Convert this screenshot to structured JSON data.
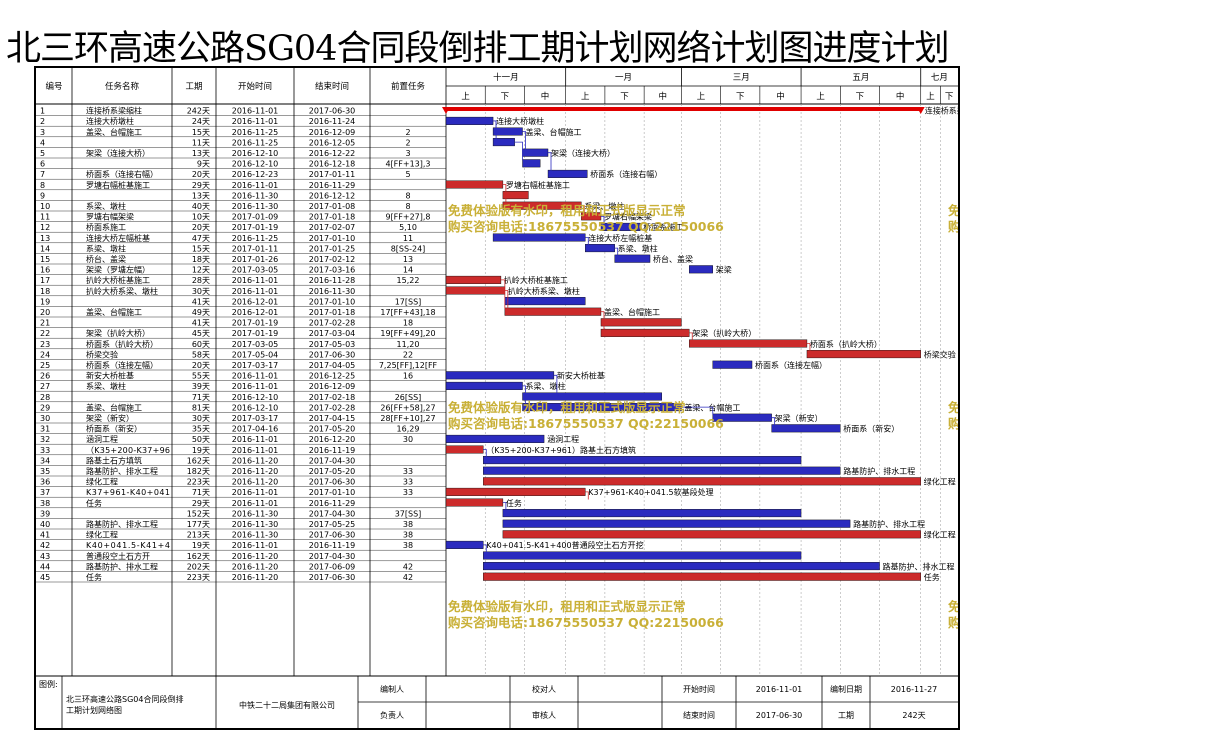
{
  "title": "北三环高速公路SG04合同段倒排工期计划网络计划图进度计划",
  "headers": {
    "id": "编号",
    "name": "任务名称",
    "dur": "工期",
    "start": "开始时间",
    "end": "结束时间",
    "pred": "前置任务"
  },
  "timescale": {
    "months": [
      "十一月",
      "一月",
      "三月",
      "五月",
      "七月"
    ],
    "halves": [
      "上",
      "下",
      "中",
      "上",
      "下",
      "中",
      "上",
      "下",
      "中",
      "上",
      "下",
      "中",
      "上",
      "下"
    ]
  },
  "watermark": {
    "line1": "免费体验版有水印，租用和正式版显示正常",
    "line2": "购买咨询电话:18675550537 QQ:22150066"
  },
  "legend_label": "图例:",
  "footer": {
    "project": "北三环高速公路SG04合同段倒排工期计划网络图",
    "company": "中铁二十二局集团有限公司",
    "drawer_label": "编制人",
    "checker_label": "校对人",
    "owner_label": "负责人",
    "reviewer_label": "审核人",
    "start_label": "开始时间",
    "start_value": "2016-11-01",
    "end_label": "结束时间",
    "end_value": "2017-06-30",
    "date_label": "编制日期",
    "date_value": "2016-11-27",
    "period_label": "工期",
    "period_value": "242天"
  },
  "colors": {
    "critical": "#cc2b2b",
    "normal": "#2b2bbf",
    "summary": "#e00000"
  },
  "chart_data": {
    "type": "gantt",
    "x_axis": {
      "type": "date",
      "range": [
        "2016-11-01",
        "2017-07-20"
      ]
    },
    "tasks": [
      {
        "id": "1",
        "name": "连接桥系梁缩柱",
        "dur": "242天",
        "start": "2016-11-01",
        "end": "2017-06-30",
        "pred": "",
        "kind": "summary",
        "label": "连接桥系梁缩柱"
      },
      {
        "id": "2",
        "name": "连接大桥墩柱",
        "dur": "24天",
        "start": "2016-11-01",
        "end": "2016-11-24",
        "pred": "",
        "kind": "normal",
        "label": "连接大桥墩柱"
      },
      {
        "id": "3",
        "name": "盖梁、台帽施工",
        "dur": "15天",
        "start": "2016-11-25",
        "end": "2016-12-09",
        "pred": "2",
        "kind": "normal",
        "label": "盖梁、台帽施工"
      },
      {
        "id": "4",
        "name": "",
        "dur": "11天",
        "start": "2016-11-25",
        "end": "2016-12-05",
        "pred": "2",
        "kind": "normal",
        "label": ""
      },
      {
        "id": "5",
        "name": "架梁（连接大桥）",
        "dur": "13天",
        "start": "2016-12-10",
        "end": "2016-12-22",
        "pred": "3",
        "kind": "normal",
        "label": "架梁（连接大桥）"
      },
      {
        "id": "6",
        "name": "",
        "dur": "9天",
        "start": "2016-12-10",
        "end": "2016-12-18",
        "pred": "4[FF+13],3",
        "kind": "normal",
        "label": ""
      },
      {
        "id": "7",
        "name": "桥面系（连接右幅）",
        "dur": "20天",
        "start": "2016-12-23",
        "end": "2017-01-11",
        "pred": "5",
        "kind": "normal",
        "label": "桥面系（连接右幅）"
      },
      {
        "id": "8",
        "name": "罗塘右幅桩基施工",
        "dur": "29天",
        "start": "2016-11-01",
        "end": "2016-11-29",
        "pred": "",
        "kind": "critical",
        "label": "罗塘右幅桩基施工"
      },
      {
        "id": "9",
        "name": "",
        "dur": "13天",
        "start": "2016-11-30",
        "end": "2016-12-12",
        "pred": "8",
        "kind": "critical",
        "label": ""
      },
      {
        "id": "10",
        "name": "系梁、墩柱",
        "dur": "40天",
        "start": "2016-11-30",
        "end": "2017-01-08",
        "pred": "8",
        "kind": "critical",
        "label": "系梁、墩柱"
      },
      {
        "id": "11",
        "name": "罗塘右幅架梁",
        "dur": "10天",
        "start": "2017-01-09",
        "end": "2017-01-18",
        "pred": "9[FF+27],8",
        "kind": "critical",
        "label": "罗塘右幅架梁"
      },
      {
        "id": "12",
        "name": "桥面系施工",
        "dur": "20天",
        "start": "2017-01-19",
        "end": "2017-02-07",
        "pred": "5,10",
        "kind": "normal",
        "label": "桥面系施工"
      },
      {
        "id": "13",
        "name": "连接大桥左幅桩基",
        "dur": "47天",
        "start": "2016-11-25",
        "end": "2017-01-10",
        "pred": "11",
        "kind": "normal",
        "label": "连接大桥左幅桩基"
      },
      {
        "id": "14",
        "name": "系梁、墩柱",
        "dur": "15天",
        "start": "2017-01-11",
        "end": "2017-01-25",
        "pred": "8[SS-24]",
        "kind": "normal",
        "label": "系梁、墩柱"
      },
      {
        "id": "15",
        "name": "桥台、盖梁",
        "dur": "18天",
        "start": "2017-01-26",
        "end": "2017-02-12",
        "pred": "13",
        "kind": "normal",
        "label": "桥台、盖梁"
      },
      {
        "id": "16",
        "name": "架梁（罗塘左幅）",
        "dur": "12天",
        "start": "2017-03-05",
        "end": "2017-03-16",
        "pred": "14",
        "kind": "normal",
        "label": "架梁"
      },
      {
        "id": "17",
        "name": "扒岭大桥桩基施工",
        "dur": "28天",
        "start": "2016-11-01",
        "end": "2016-11-28",
        "pred": "15,22",
        "kind": "critical",
        "label": "扒岭大桥桩基施工"
      },
      {
        "id": "18",
        "name": "扒岭大桥系梁、墩柱",
        "dur": "30天",
        "start": "2016-11-01",
        "end": "2016-11-30",
        "pred": "",
        "kind": "critical",
        "label": "扒岭大桥系梁、墩柱"
      },
      {
        "id": "19",
        "name": "",
        "dur": "41天",
        "start": "2016-12-01",
        "end": "2017-01-10",
        "pred": "17[SS]",
        "kind": "normal",
        "label": ""
      },
      {
        "id": "20",
        "name": "盖梁、台帽施工",
        "dur": "49天",
        "start": "2016-12-01",
        "end": "2017-01-18",
        "pred": "17[FF+43],18",
        "kind": "critical",
        "label": "盖梁、台帽施工"
      },
      {
        "id": "21",
        "name": "",
        "dur": "41天",
        "start": "2017-01-19",
        "end": "2017-02-28",
        "pred": "18",
        "kind": "critical",
        "label": ""
      },
      {
        "id": "22",
        "name": "架梁（扒岭大桥）",
        "dur": "45天",
        "start": "2017-01-19",
        "end": "2017-03-04",
        "pred": "19[FF+49],20",
        "kind": "critical",
        "label": "架梁（扒岭大桥）"
      },
      {
        "id": "23",
        "name": "桥面系（扒岭大桥）",
        "dur": "60天",
        "start": "2017-03-05",
        "end": "2017-05-03",
        "pred": "11,20",
        "kind": "critical",
        "label": "桥面系（扒岭大桥）"
      },
      {
        "id": "24",
        "name": "桥梁交验",
        "dur": "58天",
        "start": "2017-05-04",
        "end": "2017-06-30",
        "pred": "22",
        "kind": "critical",
        "label": "桥梁交验"
      },
      {
        "id": "25",
        "name": "桥面系（连接左幅）",
        "dur": "20天",
        "start": "2017-03-17",
        "end": "2017-04-05",
        "pred": "7,25[FF],12[FF",
        "kind": "normal",
        "label": "桥面系（连接左幅）"
      },
      {
        "id": "26",
        "name": "新安大桥桩基",
        "dur": "55天",
        "start": "2016-11-01",
        "end": "2016-12-25",
        "pred": "16",
        "kind": "normal",
        "label": "新安大桥桩基"
      },
      {
        "id": "27",
        "name": "系梁、墩柱",
        "dur": "39天",
        "start": "2016-11-01",
        "end": "2016-12-09",
        "pred": "",
        "kind": "normal",
        "label": "系梁、墩柱"
      },
      {
        "id": "28",
        "name": "",
        "dur": "71天",
        "start": "2016-12-10",
        "end": "2017-02-18",
        "pred": "26[SS]",
        "kind": "normal",
        "label": ""
      },
      {
        "id": "29",
        "name": "盖梁、台帽施工",
        "dur": "81天",
        "start": "2016-12-10",
        "end": "2017-02-28",
        "pred": "26[FF+58],27",
        "kind": "normal",
        "label": "盖梁、台帽施工"
      },
      {
        "id": "30",
        "name": "架梁（新安）",
        "dur": "30天",
        "start": "2017-03-17",
        "end": "2017-04-15",
        "pred": "28[FF+10],27",
        "kind": "normal",
        "label": "架梁（新安）"
      },
      {
        "id": "31",
        "name": "桥面系（新安）",
        "dur": "35天",
        "start": "2017-04-16",
        "end": "2017-05-20",
        "pred": "16,29",
        "kind": "normal",
        "label": "桥面系（新安）"
      },
      {
        "id": "32",
        "name": "涵洞工程",
        "dur": "50天",
        "start": "2016-11-01",
        "end": "2016-12-20",
        "pred": "30",
        "kind": "normal",
        "label": "涵洞工程"
      },
      {
        "id": "33",
        "name": "（K35+200-K37+96",
        "dur": "19天",
        "start": "2016-11-01",
        "end": "2016-11-19",
        "pred": "",
        "kind": "critical",
        "label": "（K35+200-K37+961）路基土石方填筑"
      },
      {
        "id": "34",
        "name": "路基土石方填筑",
        "dur": "162天",
        "start": "2016-11-20",
        "end": "2017-04-30",
        "pred": "",
        "kind": "normal",
        "label": ""
      },
      {
        "id": "35",
        "name": "路基防护、排水工程",
        "dur": "182天",
        "start": "2016-11-20",
        "end": "2017-05-20",
        "pred": "33",
        "kind": "normal",
        "label": "路基防护、排水工程"
      },
      {
        "id": "36",
        "name": "绿化工程",
        "dur": "223天",
        "start": "2016-11-20",
        "end": "2017-06-30",
        "pred": "33",
        "kind": "critical",
        "label": "绿化工程"
      },
      {
        "id": "37",
        "name": "K37+961-K40+041",
        "dur": "71天",
        "start": "2016-11-01",
        "end": "2017-01-10",
        "pred": "33",
        "kind": "critical",
        "label": "K37+961-K40+041.5软基段处理"
      },
      {
        "id": "38",
        "name": "任务",
        "dur": "29天",
        "start": "2016-11-01",
        "end": "2016-11-29",
        "pred": "",
        "kind": "critical",
        "label": "任务"
      },
      {
        "id": "39",
        "name": "",
        "dur": "152天",
        "start": "2016-11-30",
        "end": "2017-04-30",
        "pred": "37[SS]",
        "kind": "normal",
        "label": ""
      },
      {
        "id": "40",
        "name": "路基防护、排水工程",
        "dur": "177天",
        "start": "2016-11-30",
        "end": "2017-05-25",
        "pred": "38",
        "kind": "normal",
        "label": "路基防护、排水工程"
      },
      {
        "id": "41",
        "name": "绿化工程",
        "dur": "213天",
        "start": "2016-11-30",
        "end": "2017-06-30",
        "pred": "38",
        "kind": "critical",
        "label": "绿化工程"
      },
      {
        "id": "42",
        "name": "K40+041.5-K41+4",
        "dur": "19天",
        "start": "2016-11-01",
        "end": "2016-11-19",
        "pred": "38",
        "kind": "normal",
        "label": "K40+041.5-K41+400普通段空土石方开挖"
      },
      {
        "id": "43",
        "name": "普通段空土石方开",
        "dur": "162天",
        "start": "2016-11-20",
        "end": "2017-04-30",
        "pred": "",
        "kind": "normal",
        "label": ""
      },
      {
        "id": "44",
        "name": "路基防护、排水工程",
        "dur": "202天",
        "start": "2016-11-20",
        "end": "2017-06-09",
        "pred": "42",
        "kind": "normal",
        "label": "路基防护、排水工程"
      },
      {
        "id": "45",
        "name": "任务",
        "dur": "223天",
        "start": "2016-11-20",
        "end": "2017-06-30",
        "pred": "42",
        "kind": "critical",
        "label": "任务"
      }
    ]
  }
}
